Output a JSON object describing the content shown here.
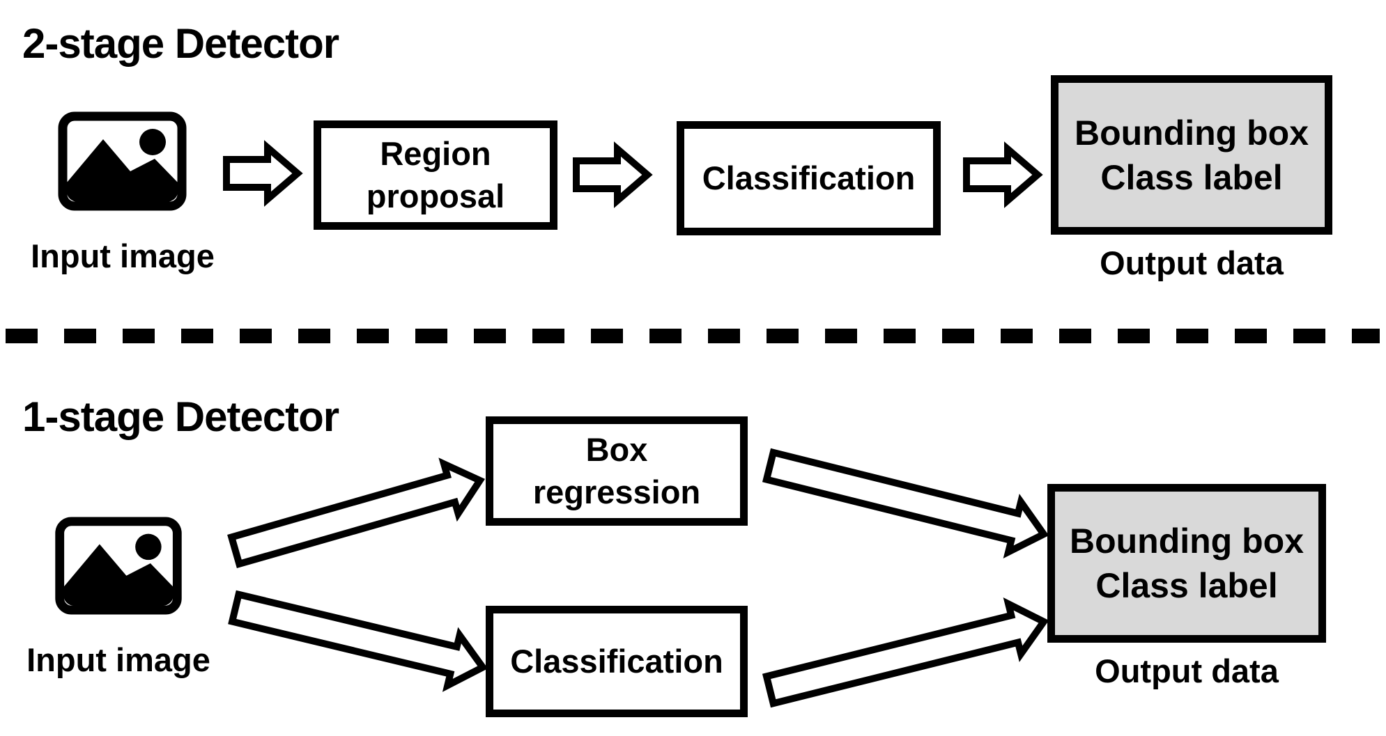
{
  "colors": {
    "background": "#ffffff",
    "ink": "#000000",
    "output_box_fill": "#d9d9d9"
  },
  "two_stage": {
    "title": "2-stage Detector",
    "input_label": "Input image",
    "region_proposal": {
      "line1": "Region",
      "line2": "proposal"
    },
    "classification": "Classification",
    "output_box": {
      "line1": "Bounding box",
      "line2": "Class label"
    },
    "output_label": "Output data"
  },
  "one_stage": {
    "title": "1-stage Detector",
    "input_label": "Input image",
    "box_regression": {
      "line1": "Box",
      "line2": "regression"
    },
    "classification": "Classification",
    "output_box": {
      "line1": "Bounding box",
      "line2": "Class label"
    },
    "output_label": "Output data"
  }
}
